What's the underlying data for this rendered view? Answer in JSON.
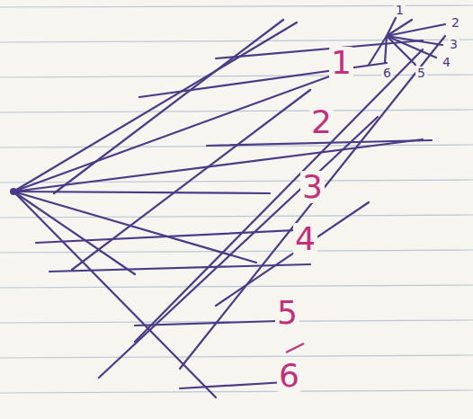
{
  "diagram": {
    "labels": [
      "1",
      "2",
      "3",
      "4",
      "5",
      "6",
      "1",
      "2",
      "3",
      "4",
      "5",
      "6"
    ]
  }
}
